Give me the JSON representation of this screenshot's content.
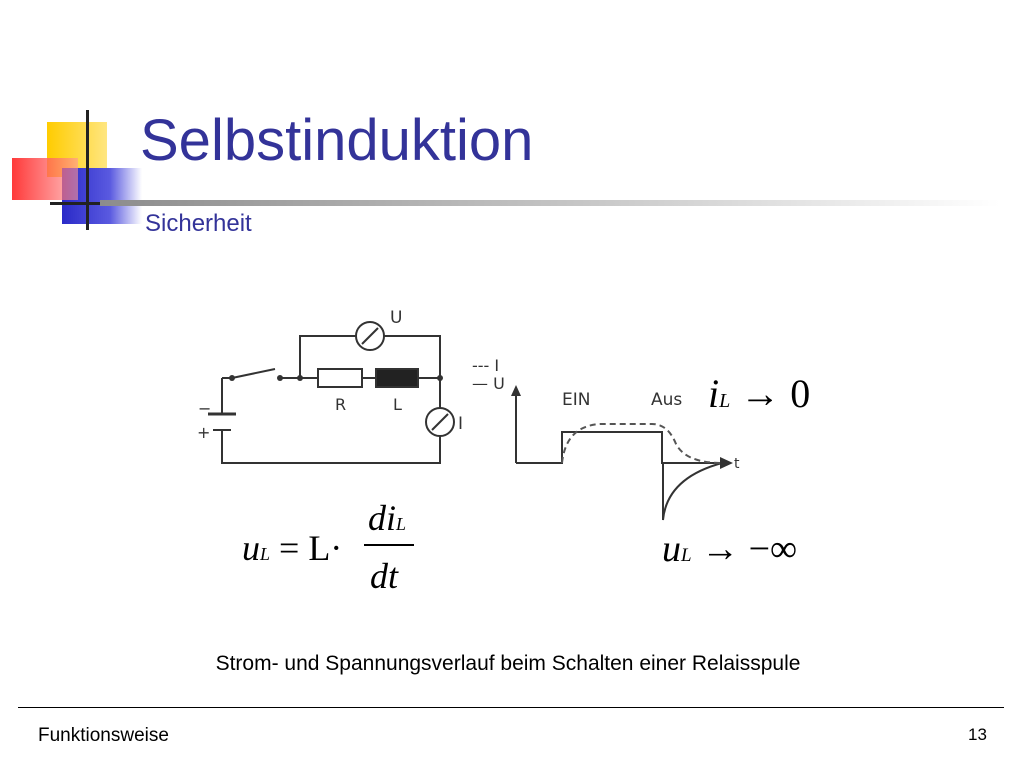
{
  "slide": {
    "title": "Selbstinduktion",
    "subtitle": "Sicherheit",
    "caption": "Strom- und Spannungsverlauf beim Schalten einer Relaisspule",
    "footer_left": "Funktionsweise",
    "page_number": "13",
    "colors": {
      "title": "#333399",
      "logo_yellow": "#ffd700",
      "logo_blue": "#3333cc",
      "logo_red": "#ff4b4b"
    }
  },
  "circuit": {
    "voltmeter_label": "U",
    "ammeter_label": "I",
    "resistor_label": "R",
    "inductor_label": "L",
    "battery_minus": "−",
    "battery_plus": "+"
  },
  "graph": {
    "legend_current": "--- I",
    "legend_voltage": "— U",
    "label_on": "EIN",
    "label_off": "Aus",
    "time_axis": "t"
  },
  "formulas": {
    "main_lhs_var": "u",
    "main_lhs_sub": "L",
    "main_eq": " = L·",
    "main_num_var": "di",
    "main_num_sub": "L",
    "main_den": "dt",
    "current_var": "i",
    "current_sub": "L",
    "current_limit": " → 0",
    "voltage_var": "u",
    "voltage_sub": "L",
    "voltage_limit": " → −∞"
  }
}
